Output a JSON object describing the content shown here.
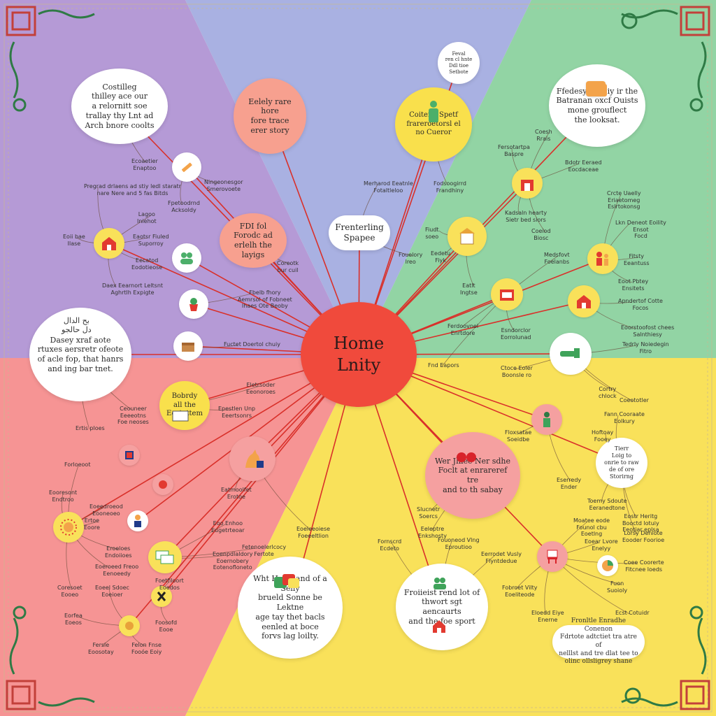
{
  "colors": {
    "purple": "#b59ad6",
    "periwinkle": "#a9b1e2",
    "green": "#92d4a4",
    "salmon": "#f69494",
    "yellow": "#f9e15a",
    "hub": "#f04a3c",
    "line": "#d9302a",
    "border_green": "#2f7a45"
  },
  "hub": {
    "title": "Home\nLnity"
  },
  "bubbles": [
    {
      "id": "tl-note",
      "text": "Costilleg\nthilley ace our\na relornitt soe\ntrallay thy Lnt ad\nArch bnore coolts"
    },
    {
      "id": "pink-top",
      "text": "Eelely rare hore\nfore trace\nerer story"
    },
    {
      "id": "yellow-top",
      "text": "Coitend Spetf\nfrareroetorsl el\nno Cueror"
    },
    {
      "id": "small-top",
      "text": "Feval\nren cl hnte\nDdl tioe\nSetbote"
    },
    {
      "id": "tr-note",
      "text": "Ffedesy, Foleiy ir the\nBatranan oxcf Ouists\nmone grouflect\nthe looksat."
    },
    {
      "id": "center-top",
      "text": "Frenterling\nSpapee"
    },
    {
      "id": "pink-mid",
      "text": "FDI fol\nForodc ad\nerlelh the\nlayigs"
    },
    {
      "id": "left-note",
      "text": "Dasey xraf aote\nrtuxes aersretr ofeote\nof acle fop, that hanrs\nand ing bar tnet."
    },
    {
      "id": "left-note-head",
      "text": "بح الدال\nدل حالجو"
    },
    {
      "id": "yellow-left",
      "text": "Bobrdy\nall the\nEcctattem"
    },
    {
      "id": "pink-right",
      "text": "Wer Jhlec Ner sdhe\nFoclt at enrareref tre\nand to th sabay"
    },
    {
      "id": "small-right",
      "text": "Tierr\nLoig to\nonrie to raw\nde of ore\nStorirng"
    },
    {
      "id": "bottom-left-note",
      "text": "Wht Heoreand of a Selly\nbrueld Sonne be Lektne\nage tay thet bacls\neenled at boce\nforvs lag loilty."
    },
    {
      "id": "bottom-right-note",
      "text": "Froiieist rend lot of\nthwort sgt aencaurts\nand the foe sport"
    }
  ],
  "card": {
    "text": "Fronltle Enradhe Conenon\nFdrtote  adtctiet tra atre of\nnelllst and tre dlat tee to\nolinc ollsligrey shane"
  },
  "labels": [
    {
      "id": "l1",
      "text": "Ecoaetier\nEnaptoo"
    },
    {
      "id": "l2",
      "text": "Pregrad drlaens ad stiy ledl staratr\nnare Nere and 5 fas Bitds"
    },
    {
      "id": "l3",
      "text": "Ningeonesgor\nSmerovoete"
    },
    {
      "id": "l4",
      "text": "Fpetoodrnd\nAcksoldy"
    },
    {
      "id": "l5",
      "text": "Lagoo\nIniehot"
    },
    {
      "id": "l6",
      "text": "Eoii bae\nIlase"
    },
    {
      "id": "l7",
      "text": "Eaotsr Fiuled\nSuporroy"
    },
    {
      "id": "l8",
      "text": "Eecatod\nEodotieose"
    },
    {
      "id": "l9",
      "text": "Daex Eearnort Leltsnt\nAghrtlh Expigte"
    },
    {
      "id": "l10",
      "text": "Fbelb fhory\nAemrsol of Fobneet\nIhaes Ote Beoby"
    },
    {
      "id": "l11",
      "text": "Coreotk\nbur cuil"
    },
    {
      "id": "l12",
      "text": "Fuctet Doertol chuiy"
    },
    {
      "id": "l13",
      "text": "Merharod Eeatnle\nFotaltleloo"
    },
    {
      "id": "l14",
      "text": "Fodsoogirrd\nFrandhiny"
    },
    {
      "id": "l15",
      "text": "Fiudt\nsoeo"
    },
    {
      "id": "l16",
      "text": "Eedetu\nFiyk"
    },
    {
      "id": "l17",
      "text": "Fouelory\nlreo"
    },
    {
      "id": "l18",
      "text": "Eatlt\nIngtse"
    },
    {
      "id": "l19",
      "text": "Ferdoovnel\nEnrtdore"
    },
    {
      "id": "l20",
      "text": "Coesh\nRrais"
    },
    {
      "id": "l21",
      "text": "Fersotartpa\nBaspre"
    },
    {
      "id": "l22",
      "text": "Bdotr Eeraed\nEocdaceae"
    },
    {
      "id": "l23",
      "text": "Kadsaln hearty\nSietr bed siors"
    },
    {
      "id": "l24",
      "text": "Coeiod\nBiosc"
    },
    {
      "id": "l25",
      "text": "Medsfovt\nFoelanbs"
    },
    {
      "id": "l26",
      "text": "Crcte Uaelly\nEriaetomeg\nEslrtokonsg"
    },
    {
      "id": "l27",
      "text": "Lkn Deneot Eoility\nEnsot\nFocd"
    },
    {
      "id": "l28",
      "text": "Fitsty\nEeantuss"
    },
    {
      "id": "l29",
      "text": "Eoot Pbtey\nEnsitets"
    },
    {
      "id": "l30",
      "text": "Apndertof Cotte\nFocos"
    },
    {
      "id": "l31",
      "text": "Eoorstoofost chees\nSalnthiesy"
    },
    {
      "id": "l32",
      "text": "Tedrly Noiedegin\nFitro"
    },
    {
      "id": "l33",
      "text": "Esndorclor\nEorrolunad"
    },
    {
      "id": "l34",
      "text": "Cortry\nchlock"
    },
    {
      "id": "l35",
      "text": "Coeototler"
    },
    {
      "id": "l36",
      "text": "Fnd Eapors"
    },
    {
      "id": "l37",
      "text": "Ctoce Eoler\nBoonsle ro"
    },
    {
      "id": "l38",
      "text": "Fann Cooraate\nEolkury"
    },
    {
      "id": "l39",
      "text": "Hoftoay\nFooey"
    },
    {
      "id": "l40",
      "text": "Floxsatae\nSoeidbe"
    },
    {
      "id": "l41",
      "text": "Eserredy\nEnder"
    },
    {
      "id": "l42",
      "text": "Toemy Sdoute\nEeranedtone"
    },
    {
      "id": "l43",
      "text": "Eostr Heritg\nBooctd lotuiy\nEeotiar eplsa"
    },
    {
      "id": "l44",
      "text": "Moatee eode\nFounol cbu\nEoetlng"
    },
    {
      "id": "l45",
      "text": "Lorsy Deniote\nEooder Foorioe"
    },
    {
      "id": "l46",
      "text": "Eoear Lvore\nEnelyy"
    },
    {
      "id": "l47",
      "text": "Coee Coorerte\nFitcnee loeds"
    },
    {
      "id": "l48",
      "text": "Fuon\nSuoioly"
    },
    {
      "id": "l49",
      "text": "Ecst Cotuidr"
    },
    {
      "id": "l50",
      "text": "Fobroet Vilty\nEoeliteode"
    },
    {
      "id": "l51",
      "text": "Eloedd Eiye\nEnerne"
    },
    {
      "id": "l52",
      "text": "Slucnetr\nSoercs"
    },
    {
      "id": "l53",
      "text": "Eeleptre\nEnkshosty"
    },
    {
      "id": "l54",
      "text": "Fouoneod Vlng\nEproutioo"
    },
    {
      "id": "l55",
      "text": "Eerrodet Vusly\nFlyntdedue"
    },
    {
      "id": "l56",
      "text": "Fornscrd\nEcdeto"
    },
    {
      "id": "l57",
      "text": "Eoeleeoiese\nFoeeeltlion"
    },
    {
      "id": "l58",
      "text": "Fetenoelerlcocy\nFertote"
    },
    {
      "id": "l59",
      "text": "Eoenpdlaldory\nEoernobery\nEotenofloneto"
    },
    {
      "id": "l60",
      "text": "Epestlen Unp\nEeertsonrs"
    },
    {
      "id": "l61",
      "text": "Eatmoolfet\nErotoe"
    },
    {
      "id": "l62",
      "text": "Eoo Enhoo\nEugetrteoar"
    },
    {
      "id": "l63",
      "text": "Ceouneer\nEeeeotns\nFoe neoses"
    },
    {
      "id": "l64",
      "text": "Ertis ploes"
    },
    {
      "id": "l65",
      "text": "Forloeoot"
    },
    {
      "id": "l66",
      "text": "Eooresont\nEndtroo"
    },
    {
      "id": "l67",
      "text": "Eoeedroeod\nEooneoeo"
    },
    {
      "id": "l68",
      "text": "Ertoe\nEoore"
    },
    {
      "id": "l69",
      "text": "Eroeloes\nEndoiioes"
    },
    {
      "id": "l70",
      "text": "Eoeroeed Freoo\nEenoeedy"
    },
    {
      "id": "l71",
      "text": "Eoeel Sdoec\nEoeioer"
    },
    {
      "id": "l72",
      "text": "Coresoet\nEooeo"
    },
    {
      "id": "l73",
      "text": "Eorfea\nEoeos"
    },
    {
      "id": "l74",
      "text": "Fersle\nEoosotay"
    },
    {
      "id": "l75",
      "text": "Felon Fnse\nFooóe Eoiy"
    },
    {
      "id": "l76",
      "text": "Foosofd\nEooe"
    },
    {
      "id": "l77",
      "text": "Foetfiloort\nEoedos"
    },
    {
      "id": "l78",
      "text": "Eletrsoder\nEeonoroes"
    }
  ],
  "icons": [
    "pencil-icon",
    "house-icon",
    "people-icon",
    "plant-pot-icon",
    "box-icon",
    "person-icon",
    "building-icon",
    "building-icon",
    "house-icon",
    "briefcase-icon",
    "family-icon",
    "house-icon",
    "shop-icon",
    "person-icon",
    "robot-icon",
    "person-icon",
    "lamp-icon",
    "sun-icon",
    "person-icon",
    "cards-icon",
    "tools-icon",
    "hand-icon",
    "kangaroo-icon",
    "chair-icon",
    "chart-icon",
    "people-icon",
    "house-icon",
    "books-icon",
    "box-icon",
    "lips-icon",
    "faucet-icon"
  ]
}
